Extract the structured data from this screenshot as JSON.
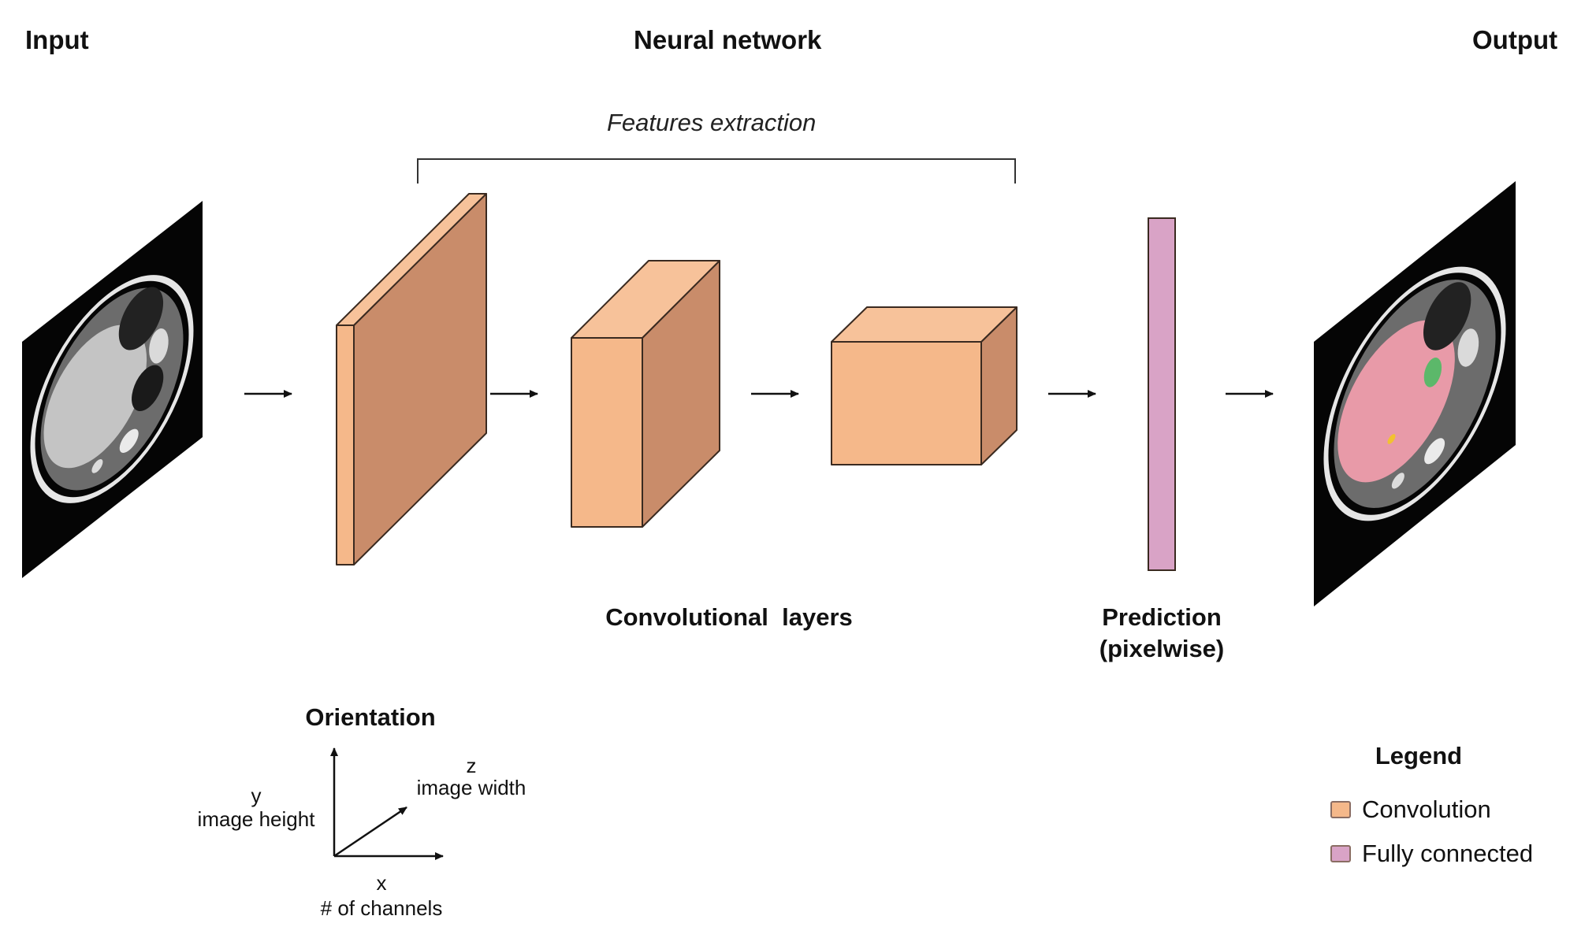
{
  "headings": {
    "input": "Input",
    "network": "Neural network",
    "output": "Output"
  },
  "features_label": "Features extraction",
  "conv_label": "Convolutional  layers",
  "prediction_label": [
    "Prediction",
    "(pixelwise)"
  ],
  "orientation": {
    "title": "Orientation",
    "y_axis": [
      "y",
      "image height"
    ],
    "z_axis": [
      "z",
      "image width"
    ],
    "x_axis": [
      "x",
      "# of channels"
    ]
  },
  "legend": {
    "title": "Legend",
    "items": [
      {
        "label": "Convolution",
        "color": "#f5b88a"
      },
      {
        "label": "Fully connected",
        "color": "#d9a3c6"
      }
    ]
  },
  "colors": {
    "conv_front": "#f5b88a",
    "conv_side": "#c98c6a",
    "conv_top": "#f7c29a",
    "fully_connected": "#d9a3c6",
    "edge": "#3a2a20",
    "segmentation_liver": "#e89aa8",
    "segmentation_lesion": "#5cb86a"
  }
}
